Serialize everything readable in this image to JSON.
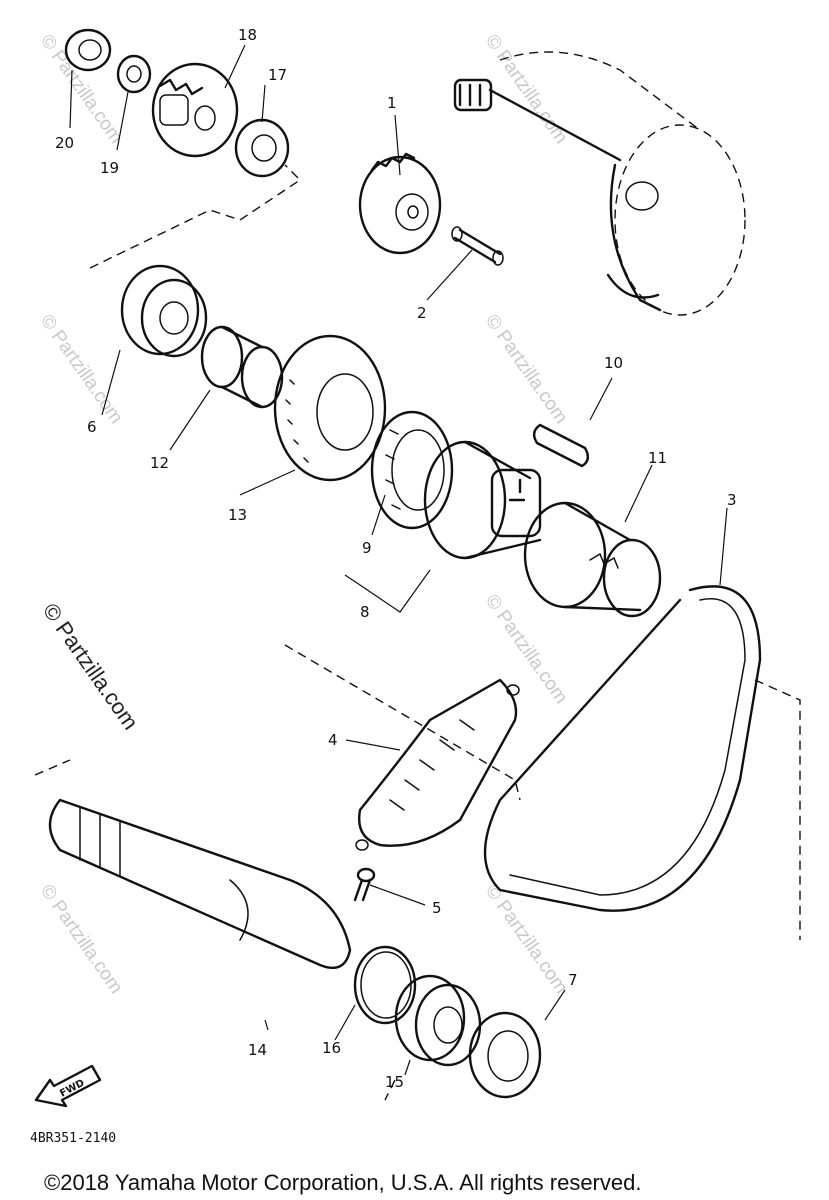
{
  "callouts": [
    {
      "id": "1",
      "label": "1"
    },
    {
      "id": "2",
      "label": "2"
    },
    {
      "id": "3",
      "label": "3"
    },
    {
      "id": "4",
      "label": "4"
    },
    {
      "id": "5",
      "label": "5"
    },
    {
      "id": "6",
      "label": "6"
    },
    {
      "id": "7",
      "label": "7"
    },
    {
      "id": "8",
      "label": "8"
    },
    {
      "id": "9",
      "label": "9"
    },
    {
      "id": "10",
      "label": "10"
    },
    {
      "id": "11",
      "label": "11"
    },
    {
      "id": "12",
      "label": "12"
    },
    {
      "id": "13",
      "label": "13"
    },
    {
      "id": "14",
      "label": "14"
    },
    {
      "id": "15",
      "label": "15"
    },
    {
      "id": "16",
      "label": "16"
    },
    {
      "id": "17",
      "label": "17"
    },
    {
      "id": "18",
      "label": "18"
    },
    {
      "id": "19",
      "label": "19"
    },
    {
      "id": "20",
      "label": "20"
    }
  ],
  "watermark": {
    "text": "© Partzilla.com"
  },
  "forward_arrow": {
    "label": "FWD"
  },
  "diagram_code": "4BR351-2140",
  "copyright": "©2018 Yamaha Motor Corporation, U.S.A. All rights reserved."
}
